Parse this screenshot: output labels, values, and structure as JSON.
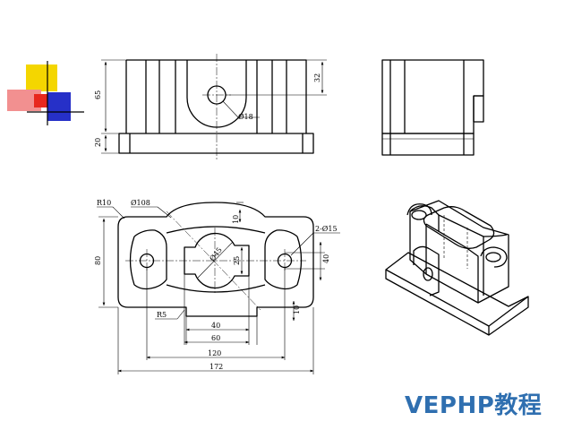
{
  "watermark": "VEPHP教程",
  "logo_colors": {
    "yellow": "#f4d600",
    "red": "#e8281e",
    "blue": "#2630c8",
    "pink": "#f29090"
  },
  "front_view": {
    "dim_height_upper": "65",
    "dim_height_base": "20",
    "dim_hole_center": "32",
    "dim_hole_diameter": "Ø18"
  },
  "top_view": {
    "dim_corner_radius": "R10",
    "dim_arc_diameter": "Ø108",
    "dim_bore_diameter": "Ø45",
    "dim_two_holes": "2-Ø15",
    "dim_top_notch": "10",
    "dim_slot_width": "25",
    "dim_hole_spacing": "40",
    "dim_fillet": "R5",
    "dim_bottom_notch": "10",
    "dim_overall_height": "80",
    "dim_notch_width": "40",
    "dim_slot_length": "60",
    "dim_hole_pitch": "120",
    "dim_overall_length": "172"
  }
}
